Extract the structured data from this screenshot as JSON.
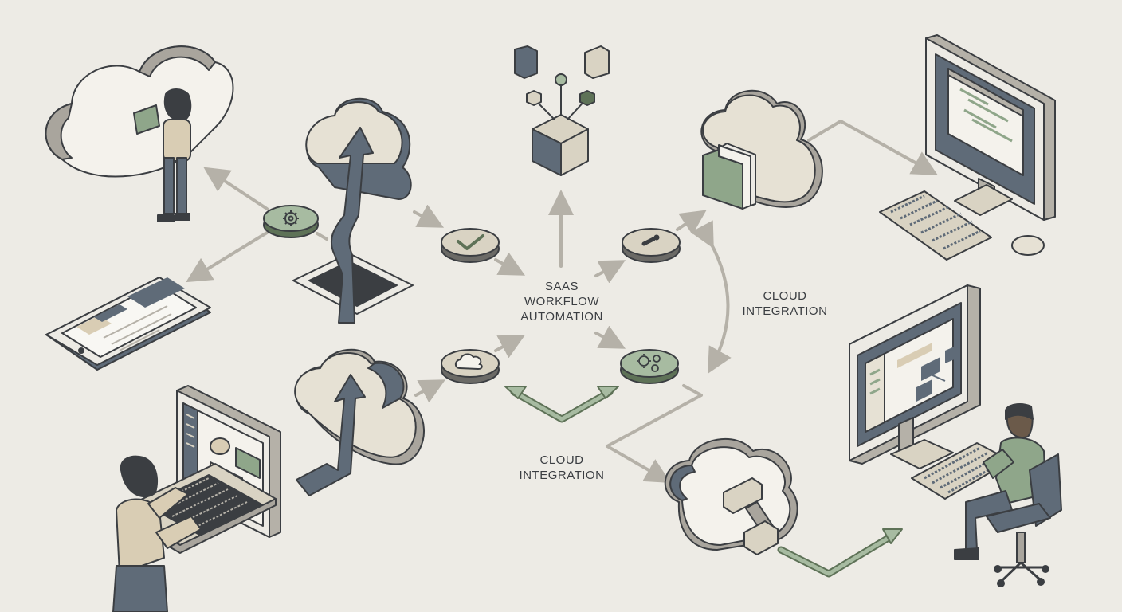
{
  "diagram": {
    "center_label": "SAAS\nWORKFLOW\nAUTOMATION",
    "right_label": "CLOUD\nINTEGRATION",
    "bottom_label": "CLOUD\nINTEGRATION"
  },
  "colors": {
    "background": "#edebe5",
    "slate": "#5f6b78",
    "sage": "#8fa68a",
    "beige": "#d9d3c3",
    "outline": "#3b3e42",
    "arrow_gray": "#b5b1a8"
  },
  "icons": [
    "gear-icon",
    "check-icon",
    "warning-icon",
    "cloud-icon",
    "gears-icon",
    "package-icon",
    "cloud-upload-icon",
    "folder-icon",
    "monitor-icon",
    "keyboard-icon",
    "mouse-icon",
    "tablet-icon",
    "laptop-icon",
    "office-chair-icon",
    "plug-icon"
  ]
}
